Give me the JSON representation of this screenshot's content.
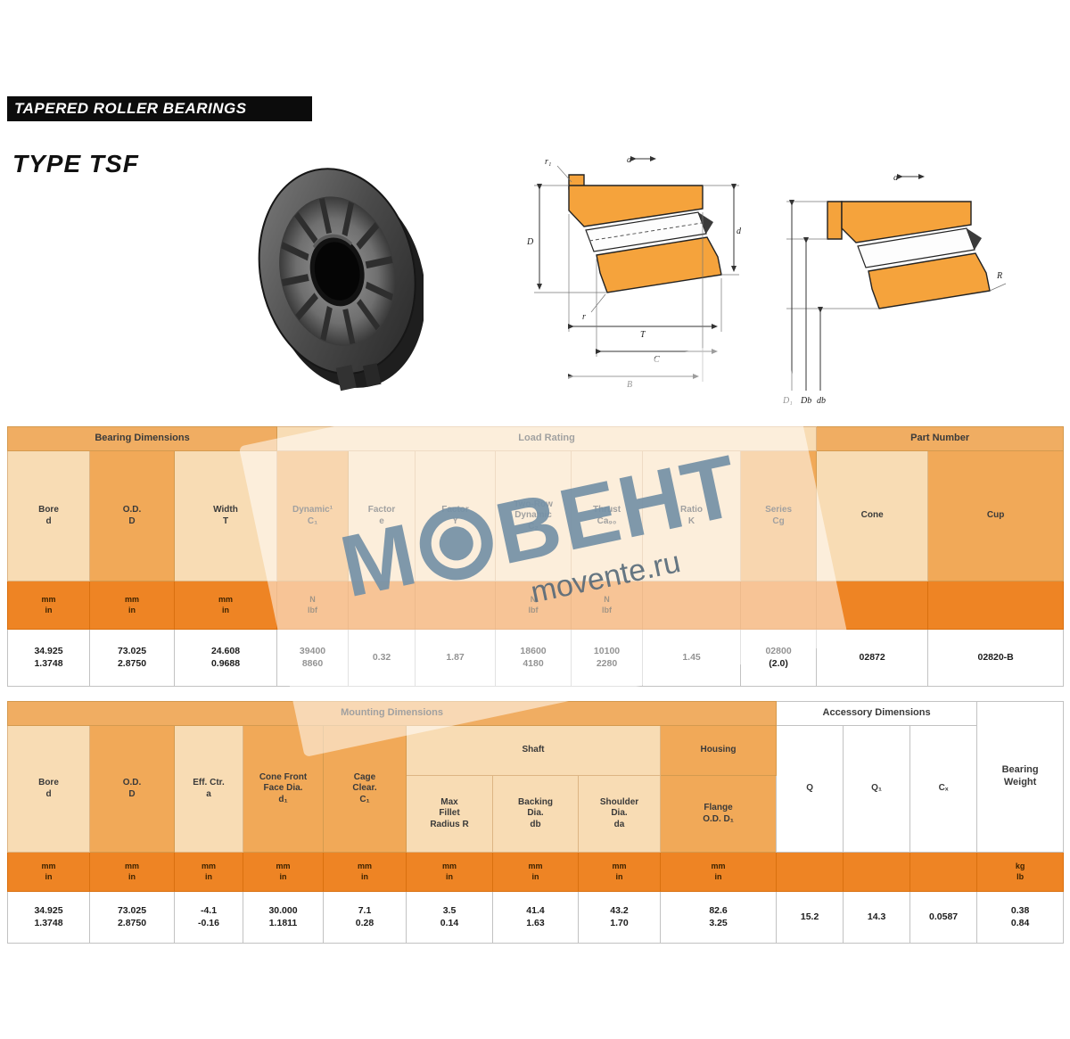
{
  "page": {
    "title_bar": "TAPERED ROLLER BEARINGS",
    "type_label": "TYPE TSF"
  },
  "watermark": {
    "m": "М",
    "rest": "ВЕНТ",
    "sub": "movente.ru"
  },
  "diagram1": {
    "labels": {
      "D": "D",
      "d": "d",
      "T": "T",
      "B": "B",
      "C": "C",
      "r": "r",
      "r1": "r₁",
      "a": "a"
    }
  },
  "diagram2": {
    "labels": {
      "db": "db",
      "Db": "Db",
      "D1": "D₁",
      "R": "R",
      "a": "a"
    }
  },
  "colors": {
    "accent_orange": "#ee8424",
    "header_light": "#f8dcb4",
    "header_dark": "#f1a958"
  },
  "t1": {
    "groups": [
      "Bearing Dimensions",
      "Load Rating",
      "Part Number"
    ],
    "cols": [
      "Bore\nd",
      "O.D.\nD",
      "Width\nT",
      "Dynamic¹\nC₁",
      "Factor\ne",
      "Factor\nY",
      "Two-Row\nDynamic\nC₂",
      "Thrust\nCa₉₀",
      "Ratio\nK",
      "Series\nCg",
      "Cone",
      "Cup"
    ],
    "units": [
      "mm\nin",
      "mm\nin",
      "mm\nin",
      "N\nlbf",
      "",
      "",
      "N\nlbf",
      "N\nlbf",
      "",
      "",
      "",
      ""
    ],
    "row": [
      "34.925\n1.3748",
      "73.025\n2.8750",
      "24.608\n0.9688",
      "39400\n8860",
      "0.32",
      "1.87",
      "18600\n4180",
      "10100\n2280",
      "1.45",
      "02800\n(2.0)",
      "02872",
      "02820-B"
    ]
  },
  "t2": {
    "groups": [
      "Mounting Dimensions",
      "Accessory Dimensions",
      "Bearing\nWeight"
    ],
    "subgroups": [
      "Shaft",
      "Housing"
    ],
    "cols": [
      "Bore\nd",
      "O.D.\nD",
      "Eff. Ctr.\na",
      "Cone Front\nFace Dia.\nd₁",
      "Cage\nClear.\nC₁",
      "Max\nFillet\nRadius R",
      "Backing\nDia.\ndb",
      "Shoulder\nDia.\nda",
      "Flange\nO.D. D₁",
      "Q",
      "Q₁",
      "Cₓ"
    ],
    "units": [
      "mm\nin",
      "mm\nin",
      "mm\nin",
      "mm\nin",
      "mm\nin",
      "mm\nin",
      "mm\nin",
      "mm\nin",
      "mm\nin",
      "",
      "",
      "",
      "kg\nlb"
    ],
    "row": [
      "34.925\n1.3748",
      "73.025\n2.8750",
      "-4.1\n-0.16",
      "30.000\n1.1811",
      "7.1\n0.28",
      "3.5\n0.14",
      "41.4\n1.63",
      "43.2\n1.70",
      "82.6\n3.25",
      "15.2",
      "14.3",
      "0.0587",
      "0.38\n0.84"
    ]
  }
}
